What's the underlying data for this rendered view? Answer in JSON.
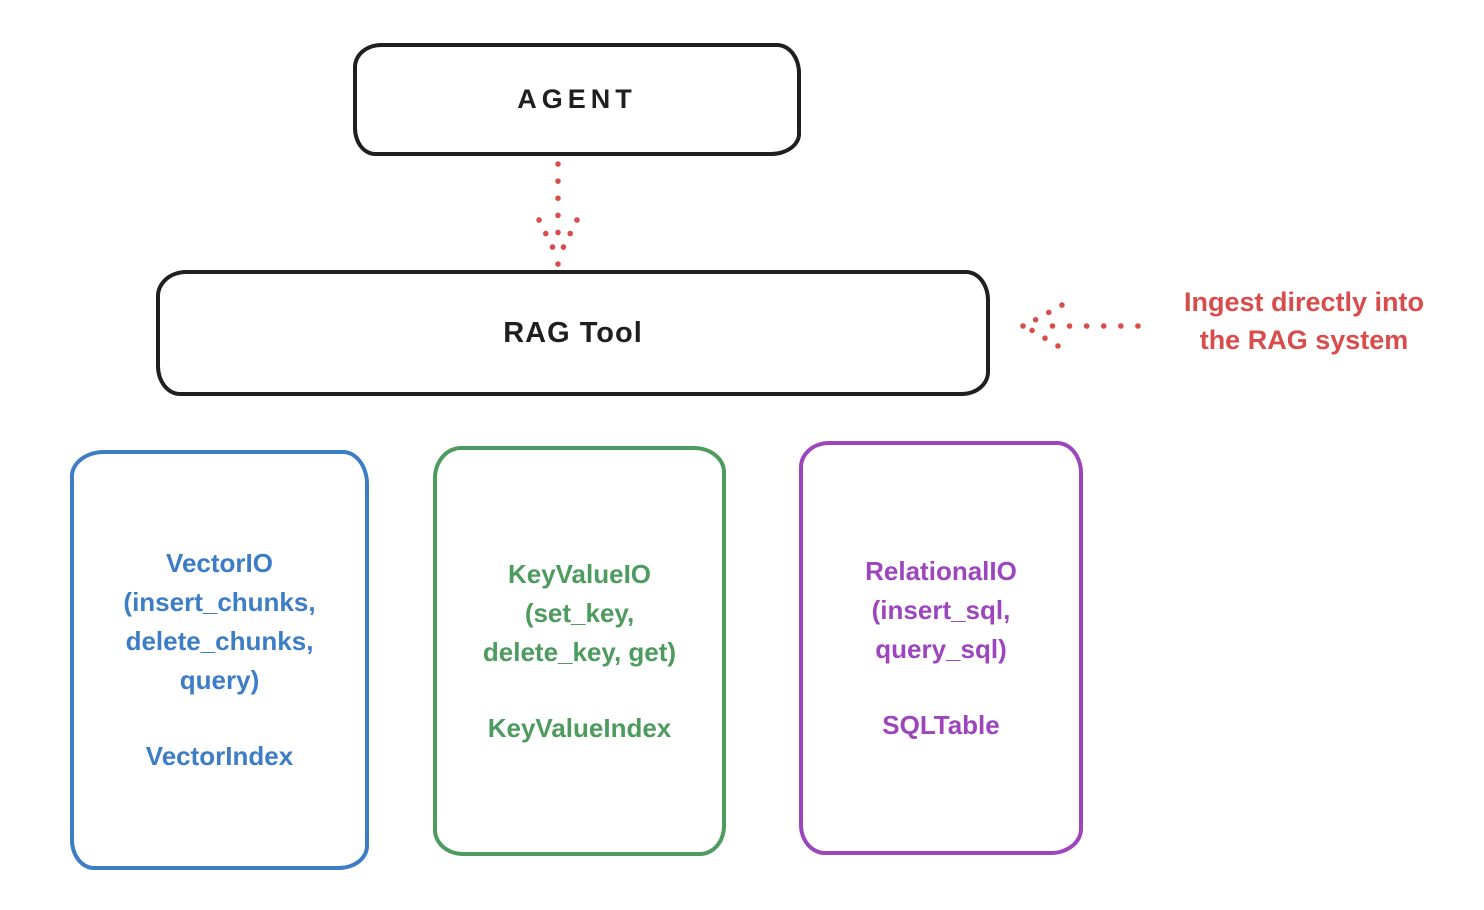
{
  "diagram": {
    "agent": {
      "label": "AGENT"
    },
    "rag_tool": {
      "label": "RAG Tool"
    },
    "annotation": {
      "line1": "Ingest directly into",
      "line2": "the RAG system"
    },
    "nodes": [
      {
        "id": "vector-io",
        "lines": [
          "VectorIO",
          "(insert_chunks,",
          "delete_chunks,",
          "query)"
        ],
        "index_label": "VectorIndex",
        "color": "#3d7dc5"
      },
      {
        "id": "keyvalue-io",
        "lines": [
          "KeyValueIO",
          "(set_key,",
          "delete_key, get)"
        ],
        "index_label": "KeyValueIndex",
        "color": "#4d9b5f"
      },
      {
        "id": "relational-io",
        "lines": [
          "RelationalIO",
          "(insert_sql,",
          "query_sql)"
        ],
        "index_label": "SQLTable",
        "color": "#9c45bd"
      }
    ],
    "colors": {
      "stroke": "#1f1f1f",
      "accent_red": "#d94c4c",
      "blue": "#3d7dc5",
      "green": "#4d9b5f",
      "purple": "#9c45bd",
      "background": "#ffffff"
    }
  }
}
